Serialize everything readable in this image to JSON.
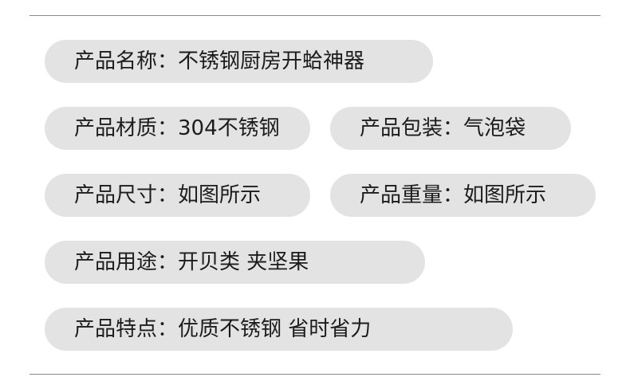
{
  "specs": {
    "name": "产品名称：不锈钢厨房开蛤神器",
    "material": "产品材质：304不锈钢",
    "package": "产品包装：气泡袋",
    "size": "产品尺寸：如图所示",
    "weight": "产品重量：如图所示",
    "usage": "产品用途：开贝类 夹坚果",
    "feature": "产品特点：优质不锈钢 省时省力"
  },
  "colors": {
    "pill_background": "#e3e3e3",
    "text": "#1c1c1c",
    "rule": "#8a8a8a"
  }
}
